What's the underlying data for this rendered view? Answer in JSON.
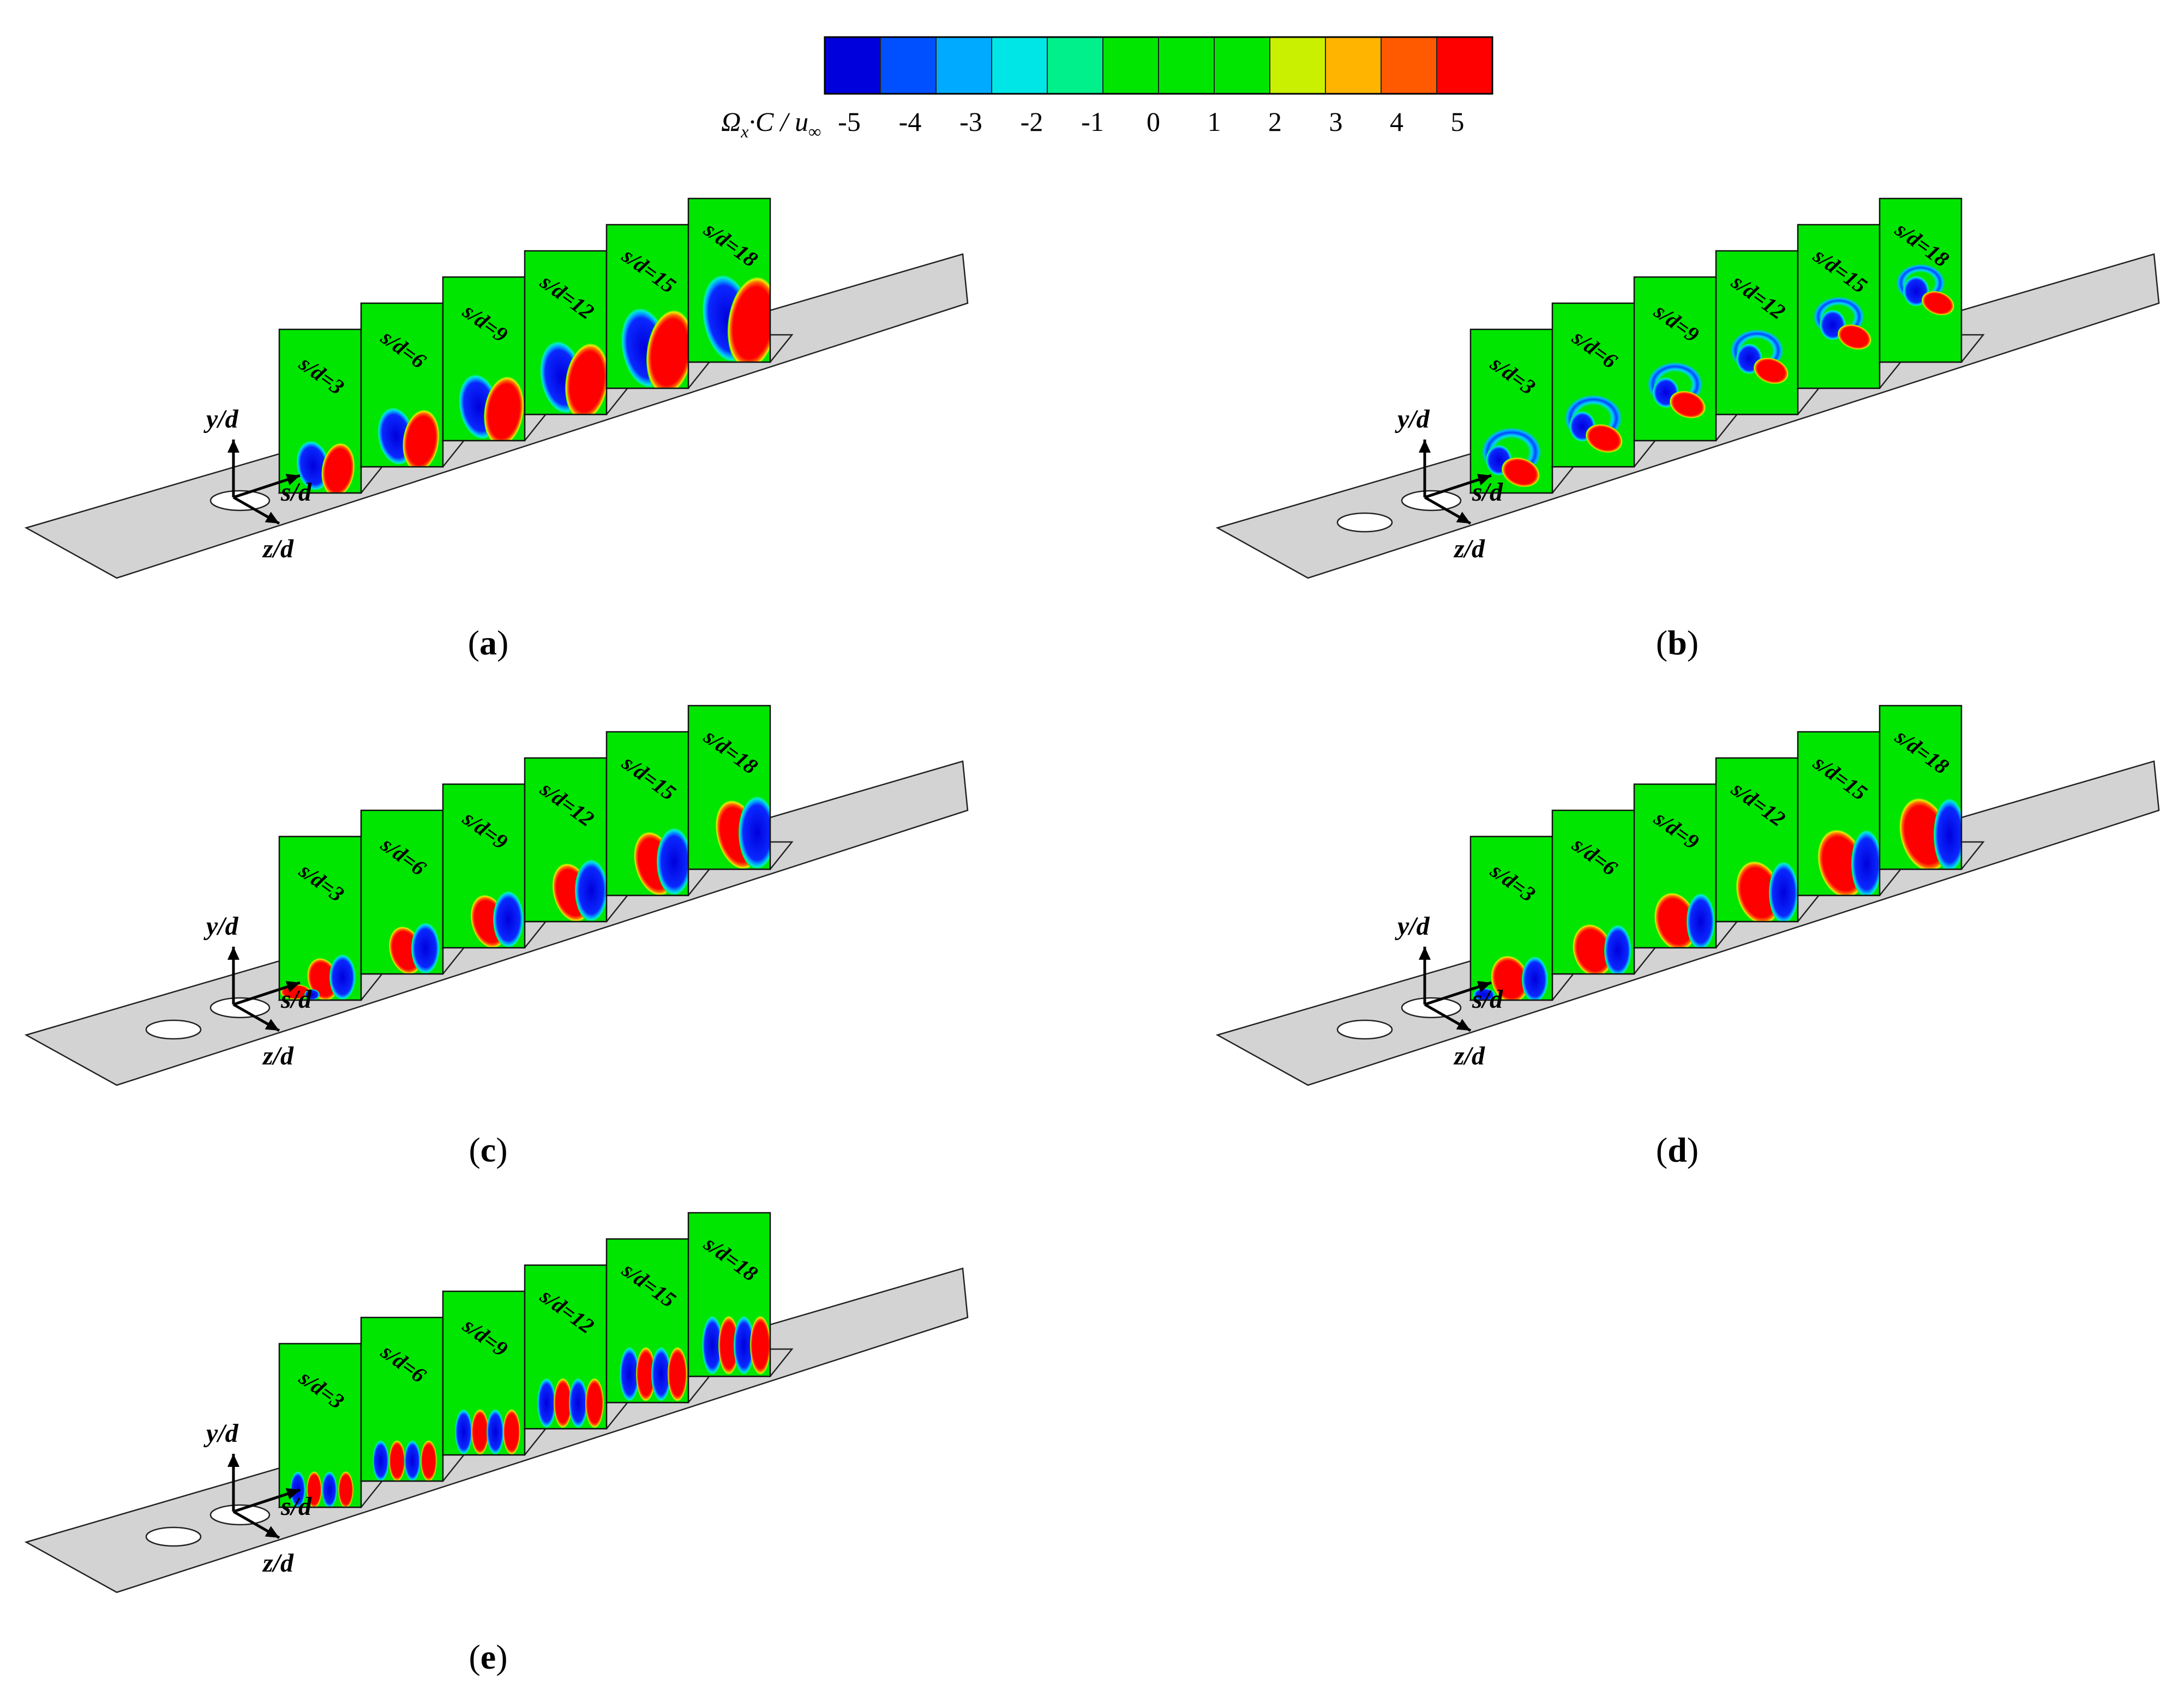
{
  "colorbar": {
    "label": {
      "main": "Ω",
      "sub_x": "x",
      "rest": "·C / u",
      "sub_inf": "∞"
    },
    "tick_labels": [
      "-5",
      "-4",
      "-3",
      "-2",
      "-1",
      "0",
      "1",
      "2",
      "3",
      "4",
      "5"
    ],
    "colors": [
      "#0000dc",
      "#0050ff",
      "#00aaff",
      "#00e6e6",
      "#00f08c",
      "#00e600",
      "#00e600",
      "#00e600",
      "#c8f000",
      "#ffb400",
      "#ff5a00",
      "#ff0000"
    ]
  },
  "panels": [
    {
      "caption_open": "(",
      "caption_letter": "a",
      "caption_close": ")",
      "holes": 1,
      "slices": [
        "s/d=3",
        "s/d=6",
        "s/d=9",
        "s/d=12",
        "s/d=15",
        "s/d=18"
      ],
      "axes": {
        "y": "y/d",
        "s": "s/d",
        "z": "z/d"
      }
    },
    {
      "caption_open": "(",
      "caption_letter": "b",
      "caption_close": ")",
      "holes": 2,
      "slices": [
        "s/d=3",
        "s/d=6",
        "s/d=9",
        "s/d=12",
        "s/d=15",
        "s/d=18"
      ],
      "axes": {
        "y": "y/d",
        "s": "s/d",
        "z": "z/d"
      }
    },
    {
      "caption_open": "(",
      "caption_letter": "c",
      "caption_close": ")",
      "holes": 2,
      "slices": [
        "s/d=3",
        "s/d=6",
        "s/d=9",
        "s/d=12",
        "s/d=15",
        "s/d=18"
      ],
      "axes": {
        "y": "y/d",
        "s": "s/d",
        "z": "z/d"
      }
    },
    {
      "caption_open": "(",
      "caption_letter": "d",
      "caption_close": ")",
      "holes": 2,
      "slices": [
        "s/d=3",
        "s/d=6",
        "s/d=9",
        "s/d=12",
        "s/d=15",
        "s/d=18"
      ],
      "axes": {
        "y": "y/d",
        "s": "s/d",
        "z": "z/d"
      }
    },
    {
      "caption_open": "(",
      "caption_letter": "e",
      "caption_close": ")",
      "holes": 2,
      "slices": [
        "s/d=3",
        "s/d=6",
        "s/d=9",
        "s/d=12",
        "s/d=15",
        "s/d=18"
      ],
      "axes": {
        "y": "y/d",
        "s": "s/d",
        "z": "z/d"
      }
    }
  ]
}
